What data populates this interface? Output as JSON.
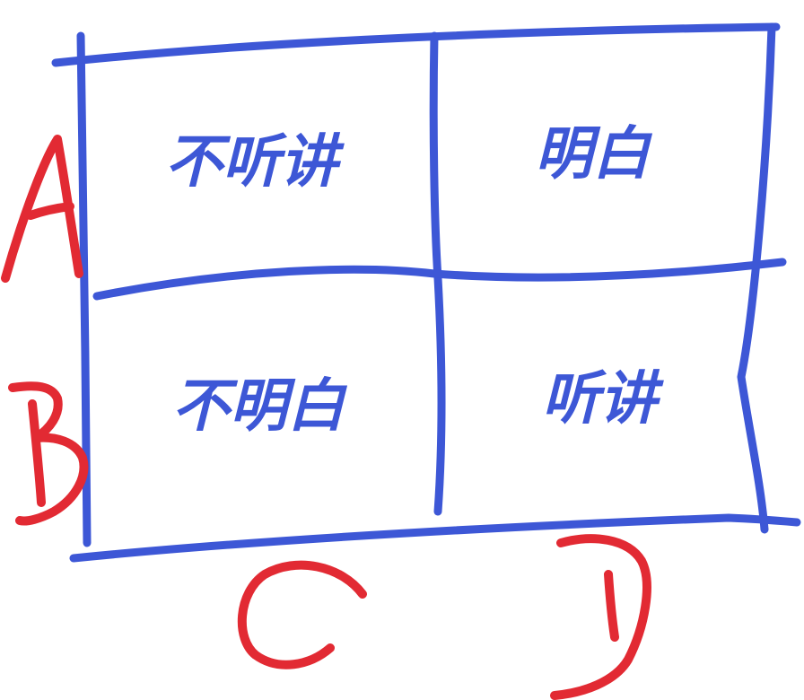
{
  "colors": {
    "grid": "#3d57d6",
    "text": "#3d57d6",
    "letters": "#e22a33",
    "background": "#ffffff"
  },
  "cells": {
    "top_left": "不听讲",
    "top_right": "明白",
    "bottom_left": "不明白",
    "bottom_right": "听讲"
  },
  "row_labels": [
    "A",
    "B"
  ],
  "column_labels": [
    "C",
    "D"
  ]
}
